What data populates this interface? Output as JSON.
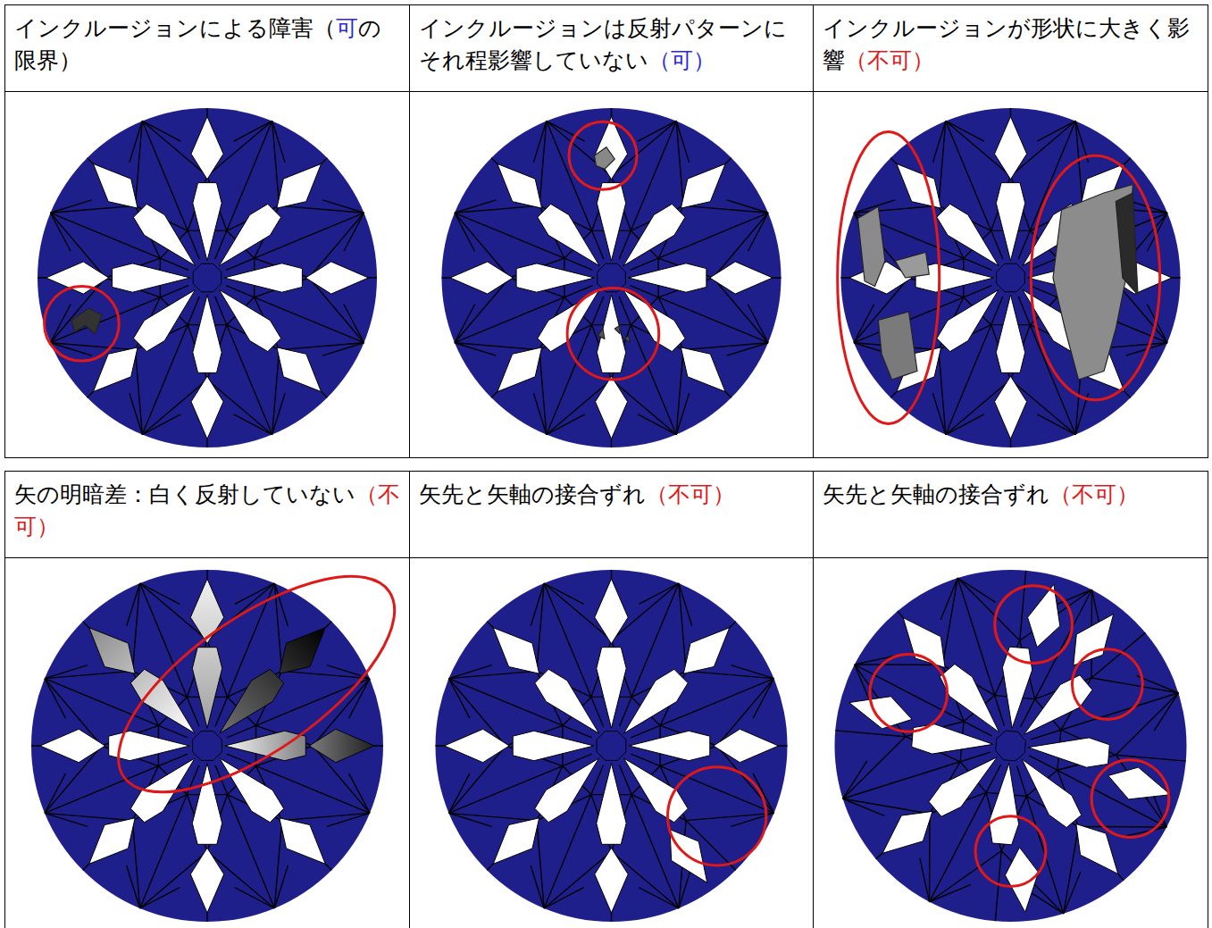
{
  "diagram": {
    "labels": [
      "インクルージョンによる障害（可の限界）",
      "インクルージョンは反射パターンにそれ程影響していない（可）",
      "インクルージョンが形状に大きく影響（不可）",
      "矢の明暗差：白く反射していない（不可）",
      "矢先と矢軸の接合ずれ（不可）",
      "矢先と矢軸の接合ずれ（不可）"
    ]
  }
}
